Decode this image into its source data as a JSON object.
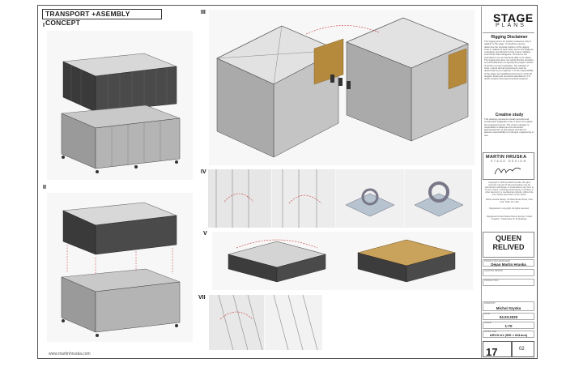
{
  "sheet": {
    "title": "TRANSPORT +ASEMBLY CONCEPT",
    "footer_url": "www.martinhruska.com",
    "sections": [
      "I",
      "II",
      "III",
      "IV",
      "V",
      "VII"
    ]
  },
  "brand": {
    "logo_main": "STAGE",
    "logo_sub": "PLANS"
  },
  "disclaimers": {
    "rigging_title": "Rigging Disclaimer",
    "rigging_text": "The rigging plot is for position reference only in relation to the stage. It should be used to determine the physical position of the rigging truss in relation to each other and to the stage as a designer and director for the scenic, lighting, sound and video designers. This plot is not intended for use as structural data or for safety. The rigging plot does not certify that the structure is sound and does not specify the proper number of points or proper hardware. The hardest of truss, motors and all components must be determined by an engineer. It is the responsibility of the rigger and qualified personnel to verify all weights, loads and structural calculations. If in doubt consult a licensed structural engineer.",
    "creative_title": "Creative study",
    "creative_text": "This drawing represents visual concepts and construction suggestion only. It does not replace the engineering work. The venue manager is responsible to determine the structural appropriateness of this design and will not assume responsibility for improper engineering or use."
  },
  "designer": {
    "name": "MARTIN HRUSKA",
    "subtitle": "STAGE DESIGN",
    "copyright": "Copyright © 2019 by Martin Hruska. All rights reserved. No part of this presentation may be reproduced, distributed, or transmitted in any form or by any means, including photocopying, recording, or other electronic or mechanical methods, without the prior written permission of the author.",
    "address": "Martin Hruska Design. 60 West Broad Street, New York, 1030, NY. USA",
    "registered": "Registered in copyright. All rights reserved.",
    "notice": "Registered United States Patent, Europe, United Kingdom. Trademarks for all drawings."
  },
  "show": {
    "title": "QUEEN RELIVED"
  },
  "fields": [
    {
      "label": "PRODUCTION DESIGNER",
      "value": "Dejan Martin Hruska"
    },
    {
      "label": "LIGHTING DESIGN",
      "value": ""
    },
    {
      "label": "PRODUCTION",
      "value": ""
    },
    {
      "label": "DRAWN BY",
      "value": "Michal Szyska"
    },
    {
      "label": "DATE",
      "value": "04.03.2020"
    },
    {
      "label": "SCALE",
      "value": "1:70"
    },
    {
      "label": "PAPER SIZE",
      "value": "ARCH A1 (996 × 841mm)"
    }
  ],
  "sheet_info": {
    "sheet_number": "17",
    "revision": "02"
  }
}
